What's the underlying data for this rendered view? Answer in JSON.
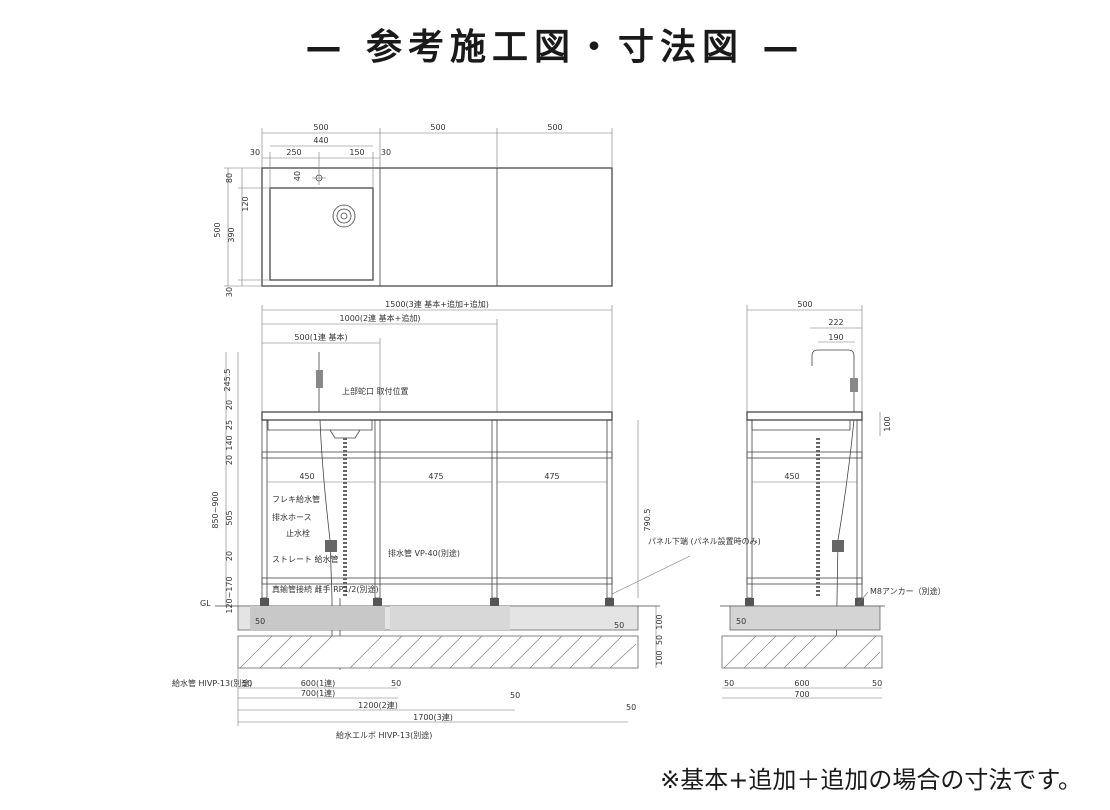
{
  "title": "— 参考施工図・寸法図 —",
  "footnote": "※基本+追加＋追加の場合の寸法です。",
  "plan_view": {
    "top_dims": [
      "500",
      "500",
      "500",
      "440",
      "30",
      "250",
      "150",
      "30"
    ],
    "left_dims": [
      "80",
      "500",
      "390",
      "120",
      "30"
    ],
    "faucet_dim": "40"
  },
  "front_view": {
    "overall_dims": [
      "1500(3連 基本+追加+追加)",
      "1000(2連 基本+追加)",
      "500(1連 基本)"
    ],
    "height_dims": [
      "245.5",
      "20",
      "25",
      "140",
      "20",
      "850~900",
      "505",
      "20",
      "120~170",
      "790.5"
    ],
    "shelf_dims": [
      "450",
      "475",
      "475"
    ],
    "ground_label": "GL",
    "labels": {
      "top_faucet": "上部蛇口\n取付位置",
      "flex_pipe": "フレキ給水管",
      "drain_hose": "排水ホース",
      "stop_valve": "止水栓",
      "straight_pipe": "ストレート\n給水管",
      "brass_joint": "真鍮管接続\n雌手 RP1/2(別途)",
      "drain_pipe": "排水管\nVP-40(別途)",
      "panel_bottom": "パネル下端\n(パネル設置時のみ)",
      "supply_pipe": "給水管\nHIVP-13(別途)",
      "supply_elbow": "給水エルボ\nHIVP-13(別途)"
    },
    "base_dims": [
      "50",
      "600(1連)",
      "50",
      "700(1連)",
      "50",
      "1200(2連)",
      "50",
      "1700(3連)",
      "50"
    ],
    "slab_dims": [
      "100",
      "50",
      "100"
    ]
  },
  "side_view": {
    "top_dims": [
      "500",
      "222",
      "190"
    ],
    "faucet_height": "100",
    "shelf_dim": "450",
    "anchor_label": "M8アンカー（別途）",
    "base_dims": [
      "50",
      "600",
      "50",
      "700"
    ]
  }
}
